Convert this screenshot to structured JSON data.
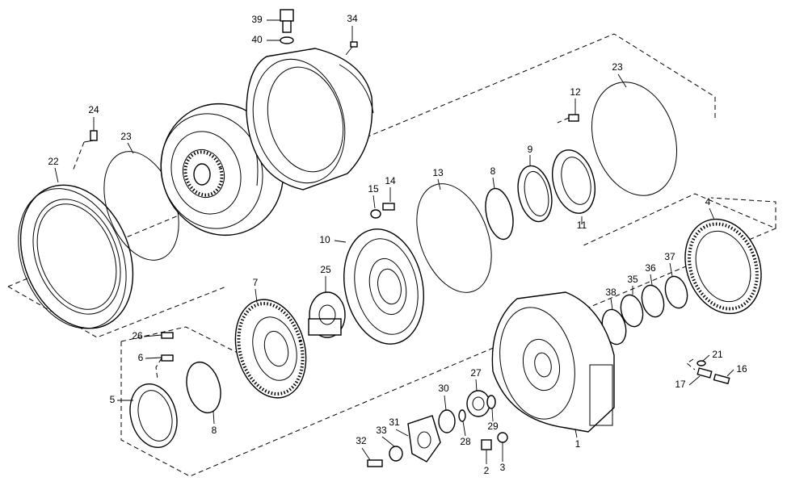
{
  "callouts": [
    {
      "id": "c39",
      "text": "39"
    },
    {
      "id": "c40",
      "text": "40"
    },
    {
      "id": "c34",
      "text": "34"
    },
    {
      "id": "c23a",
      "text": "23"
    },
    {
      "id": "c23b",
      "text": "23"
    },
    {
      "id": "c24",
      "text": "24"
    },
    {
      "id": "c22",
      "text": "22"
    },
    {
      "id": "c12",
      "text": "12"
    },
    {
      "id": "c9",
      "text": "9"
    },
    {
      "id": "c8a",
      "text": "8"
    },
    {
      "id": "c13",
      "text": "13"
    },
    {
      "id": "c15",
      "text": "15"
    },
    {
      "id": "c14",
      "text": "14"
    },
    {
      "id": "c11",
      "text": "11"
    },
    {
      "id": "c10",
      "text": "10"
    },
    {
      "id": "c4",
      "text": "4"
    },
    {
      "id": "c25",
      "text": "25"
    },
    {
      "id": "c7",
      "text": "7"
    },
    {
      "id": "c37",
      "text": "37"
    },
    {
      "id": "c36",
      "text": "36"
    },
    {
      "id": "c35",
      "text": "35"
    },
    {
      "id": "c38",
      "text": "38"
    },
    {
      "id": "c26",
      "text": "26"
    },
    {
      "id": "c6",
      "text": "6"
    },
    {
      "id": "c5",
      "text": "5"
    },
    {
      "id": "c8b",
      "text": "8"
    },
    {
      "id": "c21",
      "text": "21"
    },
    {
      "id": "c16",
      "text": "16"
    },
    {
      "id": "c17",
      "text": "17"
    },
    {
      "id": "c27",
      "text": "27"
    },
    {
      "id": "c30",
      "text": "30"
    },
    {
      "id": "c29",
      "text": "29"
    },
    {
      "id": "c28",
      "text": "28"
    },
    {
      "id": "c31",
      "text": "31"
    },
    {
      "id": "c33",
      "text": "33"
    },
    {
      "id": "c32",
      "text": "32"
    },
    {
      "id": "c2",
      "text": "2"
    },
    {
      "id": "c3",
      "text": "3"
    },
    {
      "id": "c1",
      "text": "1"
    }
  ]
}
